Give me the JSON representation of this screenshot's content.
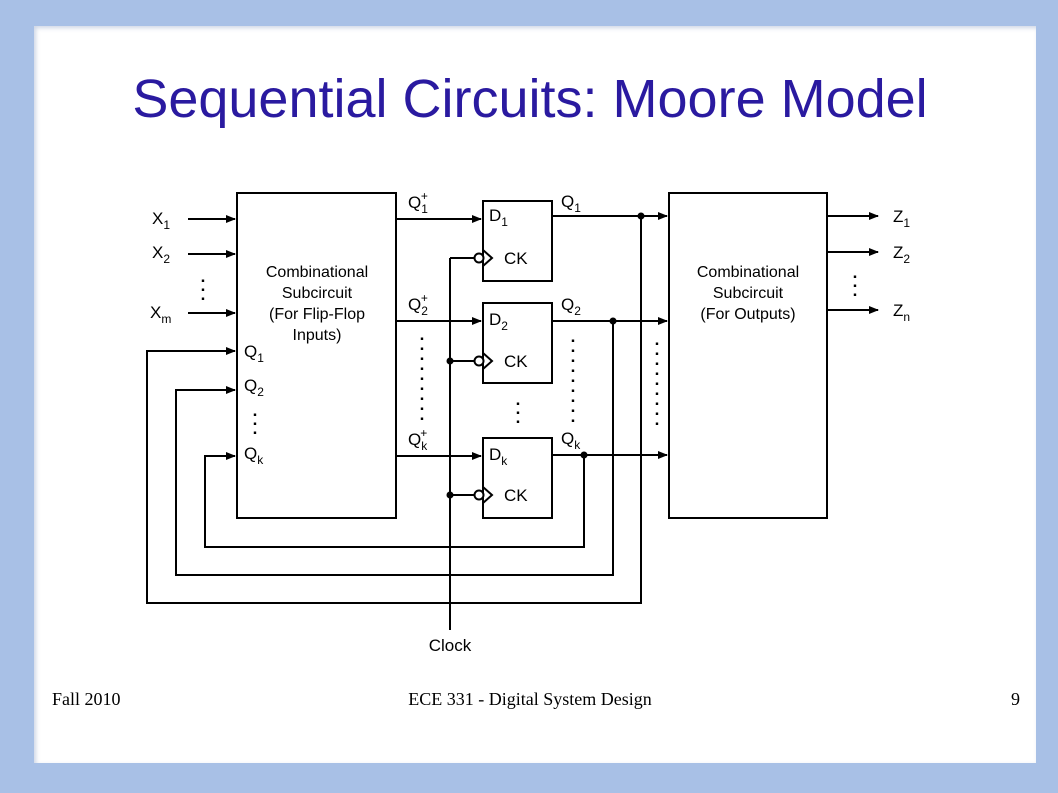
{
  "slide": {
    "title": "Sequential Circuits: Moore Model",
    "footer_left": "Fall 2010",
    "footer_center": "ECE 331 - Digital System Design",
    "page_number": "9"
  },
  "diagram": {
    "input_x": {
      "base": "X",
      "subs": [
        "1",
        "2",
        "m"
      ]
    },
    "state_fb_q": {
      "base": "Q",
      "subs": [
        "1",
        "2",
        "k"
      ]
    },
    "next_state": {
      "base": "Q",
      "subs": [
        "1",
        "2",
        "k"
      ],
      "sup": "+"
    },
    "ff_d": {
      "base": "D",
      "subs": [
        "1",
        "2",
        "k"
      ]
    },
    "ff_ck": "CK",
    "ff_q": {
      "base": "Q",
      "subs": [
        "1",
        "2",
        "k"
      ]
    },
    "outputs": {
      "base": "Z",
      "subs": [
        "1",
        "2",
        "n"
      ]
    },
    "comb_left": [
      "Combinational",
      "Subcircuit",
      "(For Flip-Flop",
      "Inputs)"
    ],
    "comb_right": [
      "Combinational",
      "Subcircuit",
      "(For Outputs)"
    ],
    "clock_label": "Clock",
    "ellipsis": "."
  },
  "colors": {
    "title": "#2a1aa0",
    "frame": "#a8c0e6"
  }
}
